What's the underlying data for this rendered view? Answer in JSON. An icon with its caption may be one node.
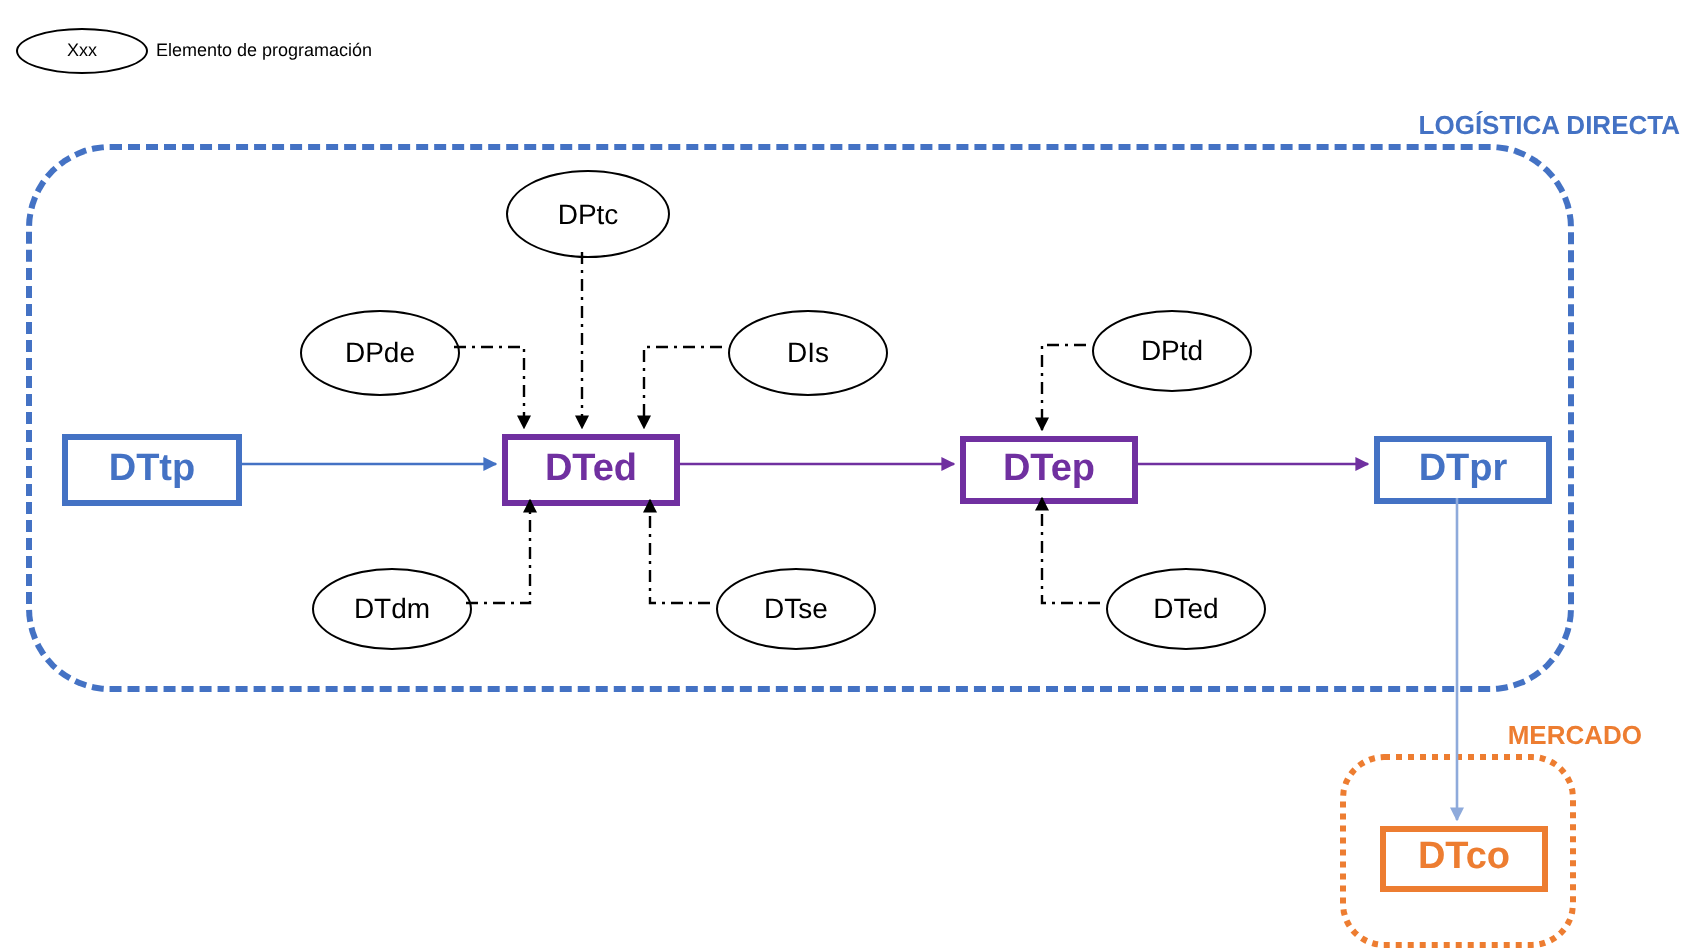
{
  "diagram": {
    "nodes": [
      {
        "text": [
          "Xxx"
        ],
        "beside": [
          "Elemento de programación"
        ]
      },
      {
        "text": [
          "LOGÍSTICA DIRECTA"
        ]
      },
      {
        "text": [
          "DTtp"
        ],
        "in": 1
      },
      {
        "text": [
          "DTed"
        ],
        "in": 1
      },
      {
        "text": [
          "DTep"
        ],
        "in": 1
      },
      {
        "text": [
          "DTpr"
        ],
        "in": 1
      },
      {
        "text": [
          "DPtc"
        ],
        "in": 1
      },
      {
        "text": [
          "DPde"
        ],
        "in": 1
      },
      {
        "text": [
          "DIs"
        ],
        "in": 1
      },
      {
        "text": [
          "DPtd"
        ],
        "in": 1
      },
      {
        "text": [
          "DTdm"
        ],
        "in": 1
      },
      {
        "text": [
          "DTse"
        ],
        "in": 1
      },
      {
        "text": [
          "DTed"
        ],
        "in": 1
      },
      {
        "text": [
          "MERCADO"
        ]
      },
      {
        "text": [
          "DTco"
        ],
        "in": 13
      }
    ],
    "edges": [
      {
        "from": 2,
        "to": 3,
        "arrow": "to",
        "color": "#4472c4"
      },
      {
        "from": 3,
        "to": 4,
        "arrow": "to",
        "color": "#7030a0"
      },
      {
        "from": 4,
        "to": 5,
        "arrow": "to",
        "color": "#7030a0"
      },
      {
        "from": 5,
        "to": 14,
        "arrow": "to",
        "color": "#8eaadb"
      },
      {
        "from": 7,
        "to": 3,
        "arrow": "to",
        "style": "dashed"
      },
      {
        "from": 6,
        "to": 3,
        "arrow": "to",
        "style": "dashed"
      },
      {
        "from": 8,
        "to": 3,
        "arrow": "to",
        "style": "dashed"
      },
      {
        "from": 10,
        "to": 3,
        "arrow": "to",
        "style": "dashed"
      },
      {
        "from": 11,
        "to": 3,
        "arrow": "to",
        "style": "dashed"
      },
      {
        "from": 9,
        "to": 4,
        "arrow": "to",
        "style": "dashed"
      },
      {
        "from": 12,
        "to": 4,
        "arrow": "to",
        "style": "dashed"
      }
    ]
  }
}
